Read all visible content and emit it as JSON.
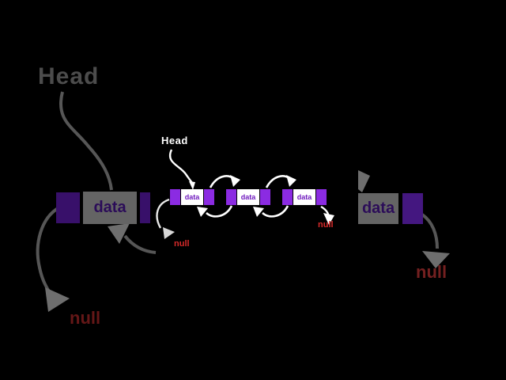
{
  "center": {
    "head_label": "Head",
    "nodes": [
      {
        "label": "data"
      },
      {
        "label": "data"
      },
      {
        "label": "data"
      }
    ],
    "head_null_label": "null",
    "tail_null_label": "null"
  },
  "backdrop": {
    "left": {
      "head_label": "Head",
      "node_label": "data",
      "null_label": "null"
    },
    "right": {
      "node_label": "data",
      "null_label": "null"
    }
  },
  "colors": {
    "background": "#000000",
    "pointer_purple": "#8b2be2",
    "data_text_purple": "#6e18be",
    "null_red": "#d82a2a",
    "dim_gray": "#565656",
    "dim_box_gray": "#646464",
    "dim_purple": "#38106a",
    "dim_red": "#641717",
    "arrow_white": "#ffffff"
  }
}
